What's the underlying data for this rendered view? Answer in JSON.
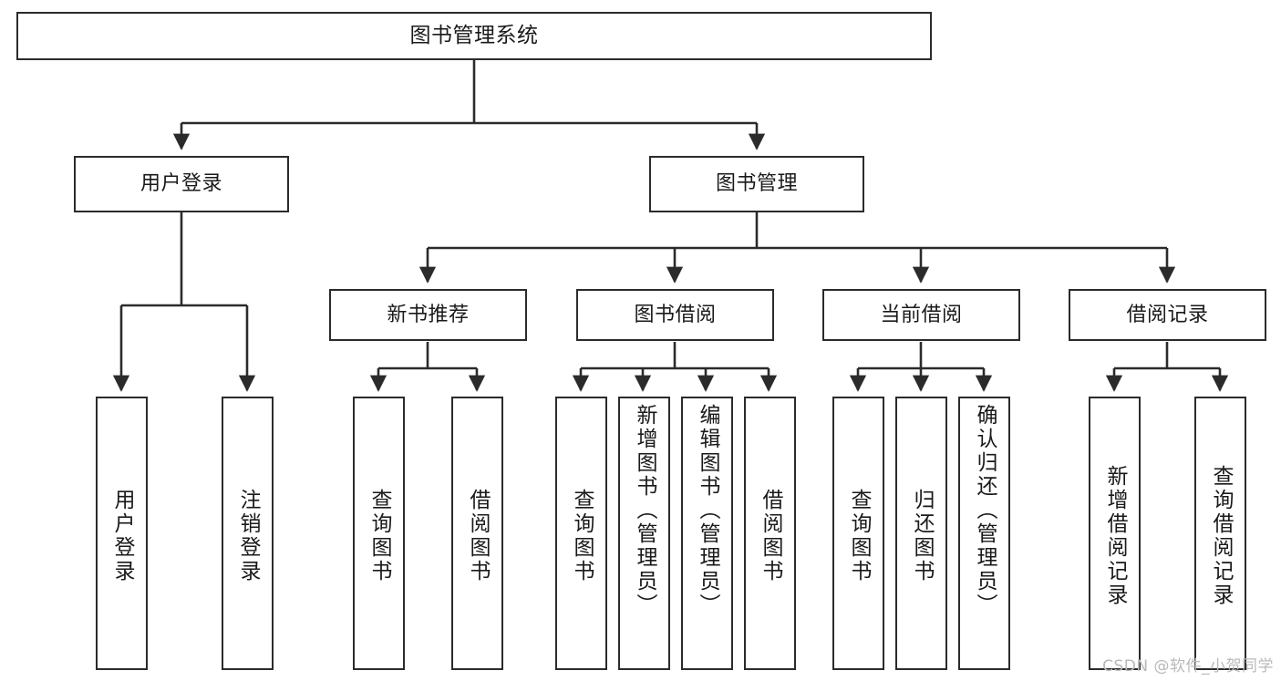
{
  "diagram": {
    "title": "图书管理系统",
    "type": "tree",
    "line_color": "#2b2b2b",
    "box_fill": "#ffffff",
    "text_color": "#1a1a1a",
    "watermark": "CSDN @软件_小贺同学",
    "nodes": {
      "root": {
        "label": "图书管理系统"
      },
      "level2": [
        {
          "key": "user_login",
          "label": "用户登录"
        },
        {
          "key": "book_manage",
          "label": "图书管理"
        }
      ],
      "level3": [
        {
          "key": "new_book_rec",
          "label": "新书推荐"
        },
        {
          "key": "book_borrow",
          "label": "图书借阅"
        },
        {
          "key": "current_borrow",
          "label": "当前借阅"
        },
        {
          "key": "borrow_record",
          "label": "借阅记录"
        }
      ],
      "leaves": {
        "user_login": [
          {
            "key": "leaf_user_login",
            "label": "用户登录"
          },
          {
            "key": "leaf_user_logout",
            "label": "注销登录"
          }
        ],
        "new_book_rec": [
          {
            "key": "leaf_query_book_1",
            "label": "查询图书"
          },
          {
            "key": "leaf_borrow_book_1",
            "label": "借阅图书"
          }
        ],
        "book_borrow": [
          {
            "key": "leaf_query_book_2",
            "label": "查询图书"
          },
          {
            "key": "leaf_add_book",
            "label": "新增图书（管理员）"
          },
          {
            "key": "leaf_edit_book",
            "label": "编辑图书（管理员）"
          },
          {
            "key": "leaf_borrow_book_2",
            "label": "借阅图书"
          }
        ],
        "current_borrow": [
          {
            "key": "leaf_query_book_3",
            "label": "查询图书"
          },
          {
            "key": "leaf_return_book",
            "label": "归还图书"
          },
          {
            "key": "leaf_confirm_return",
            "label": "确认归还（管理员）"
          }
        ],
        "borrow_record": [
          {
            "key": "leaf_add_record",
            "label": "新增借阅记录"
          },
          {
            "key": "leaf_query_record",
            "label": "查询借阅记录"
          }
        ]
      }
    }
  }
}
